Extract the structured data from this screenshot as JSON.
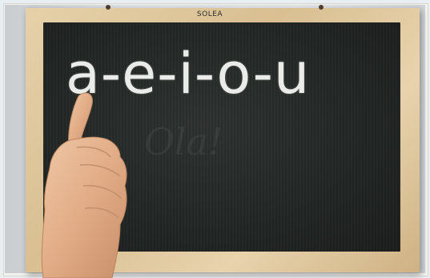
{
  "photo": {
    "brand_label": "SOLEA",
    "chalk_text": "a-e-i-o-u",
    "ghost_text": "Ola!",
    "colors": {
      "board": "#232725",
      "frame": "#dcc49a",
      "chalk": "#e9ece8",
      "skin": "#e3b28e"
    }
  }
}
